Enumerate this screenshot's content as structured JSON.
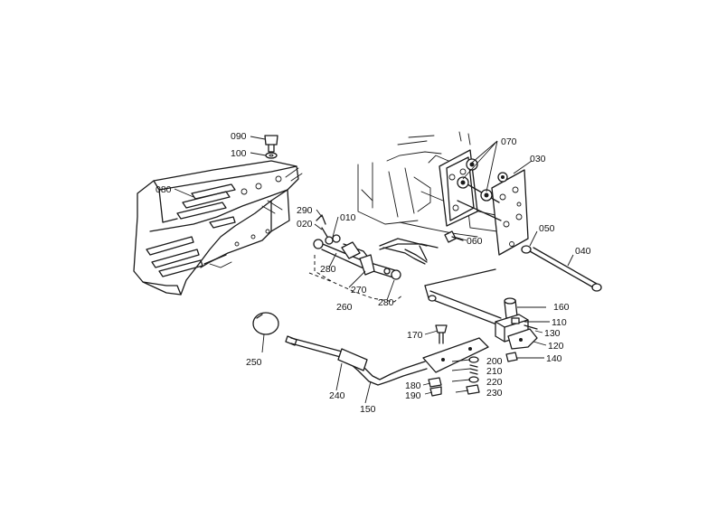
{
  "callouts": {
    "p010": "010",
    "p020": "020",
    "p030": "030",
    "p040": "040",
    "p050": "050",
    "p060": "060",
    "p070": "070",
    "p080": "080",
    "p090": "090",
    "p100": "100",
    "p110": "110",
    "p120": "120",
    "p130": "130",
    "p140": "140",
    "p150": "150",
    "p160": "160",
    "p170": "170",
    "p180": "180",
    "p190": "190",
    "p200": "200",
    "p210": "210",
    "p220": "220",
    "p230": "230",
    "p240": "240",
    "p250": "250",
    "p260": "260",
    "p270": "270",
    "p280a": "280",
    "p280b": "280",
    "p290": "290"
  }
}
